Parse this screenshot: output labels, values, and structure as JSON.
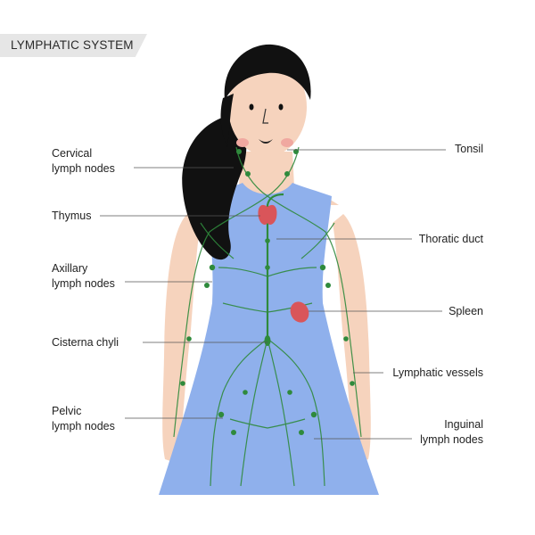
{
  "title": "LYMPHATIC SYSTEM",
  "labels_left": {
    "cervical": "Cervical\nlymph nodes",
    "thymus": "Thymus",
    "axillary": "Axillary\nlymph nodes",
    "cisterna": "Cisterna chyli",
    "pelvic": "Pelvic\nlymph nodes"
  },
  "labels_right": {
    "tonsil": "Tonsil",
    "thoracic": "Thoratic duct",
    "spleen": "Spleen",
    "vessels": "Lymphatic vessels",
    "inguinal": "Inguinal\nlymph nodes"
  },
  "colors": {
    "dress": "#8fb0ec",
    "skin": "#f6d3bd",
    "hair": "#111111",
    "lymph": "#2f8a3c",
    "organ": "#d9555a",
    "banner": "#e6e6e6"
  }
}
